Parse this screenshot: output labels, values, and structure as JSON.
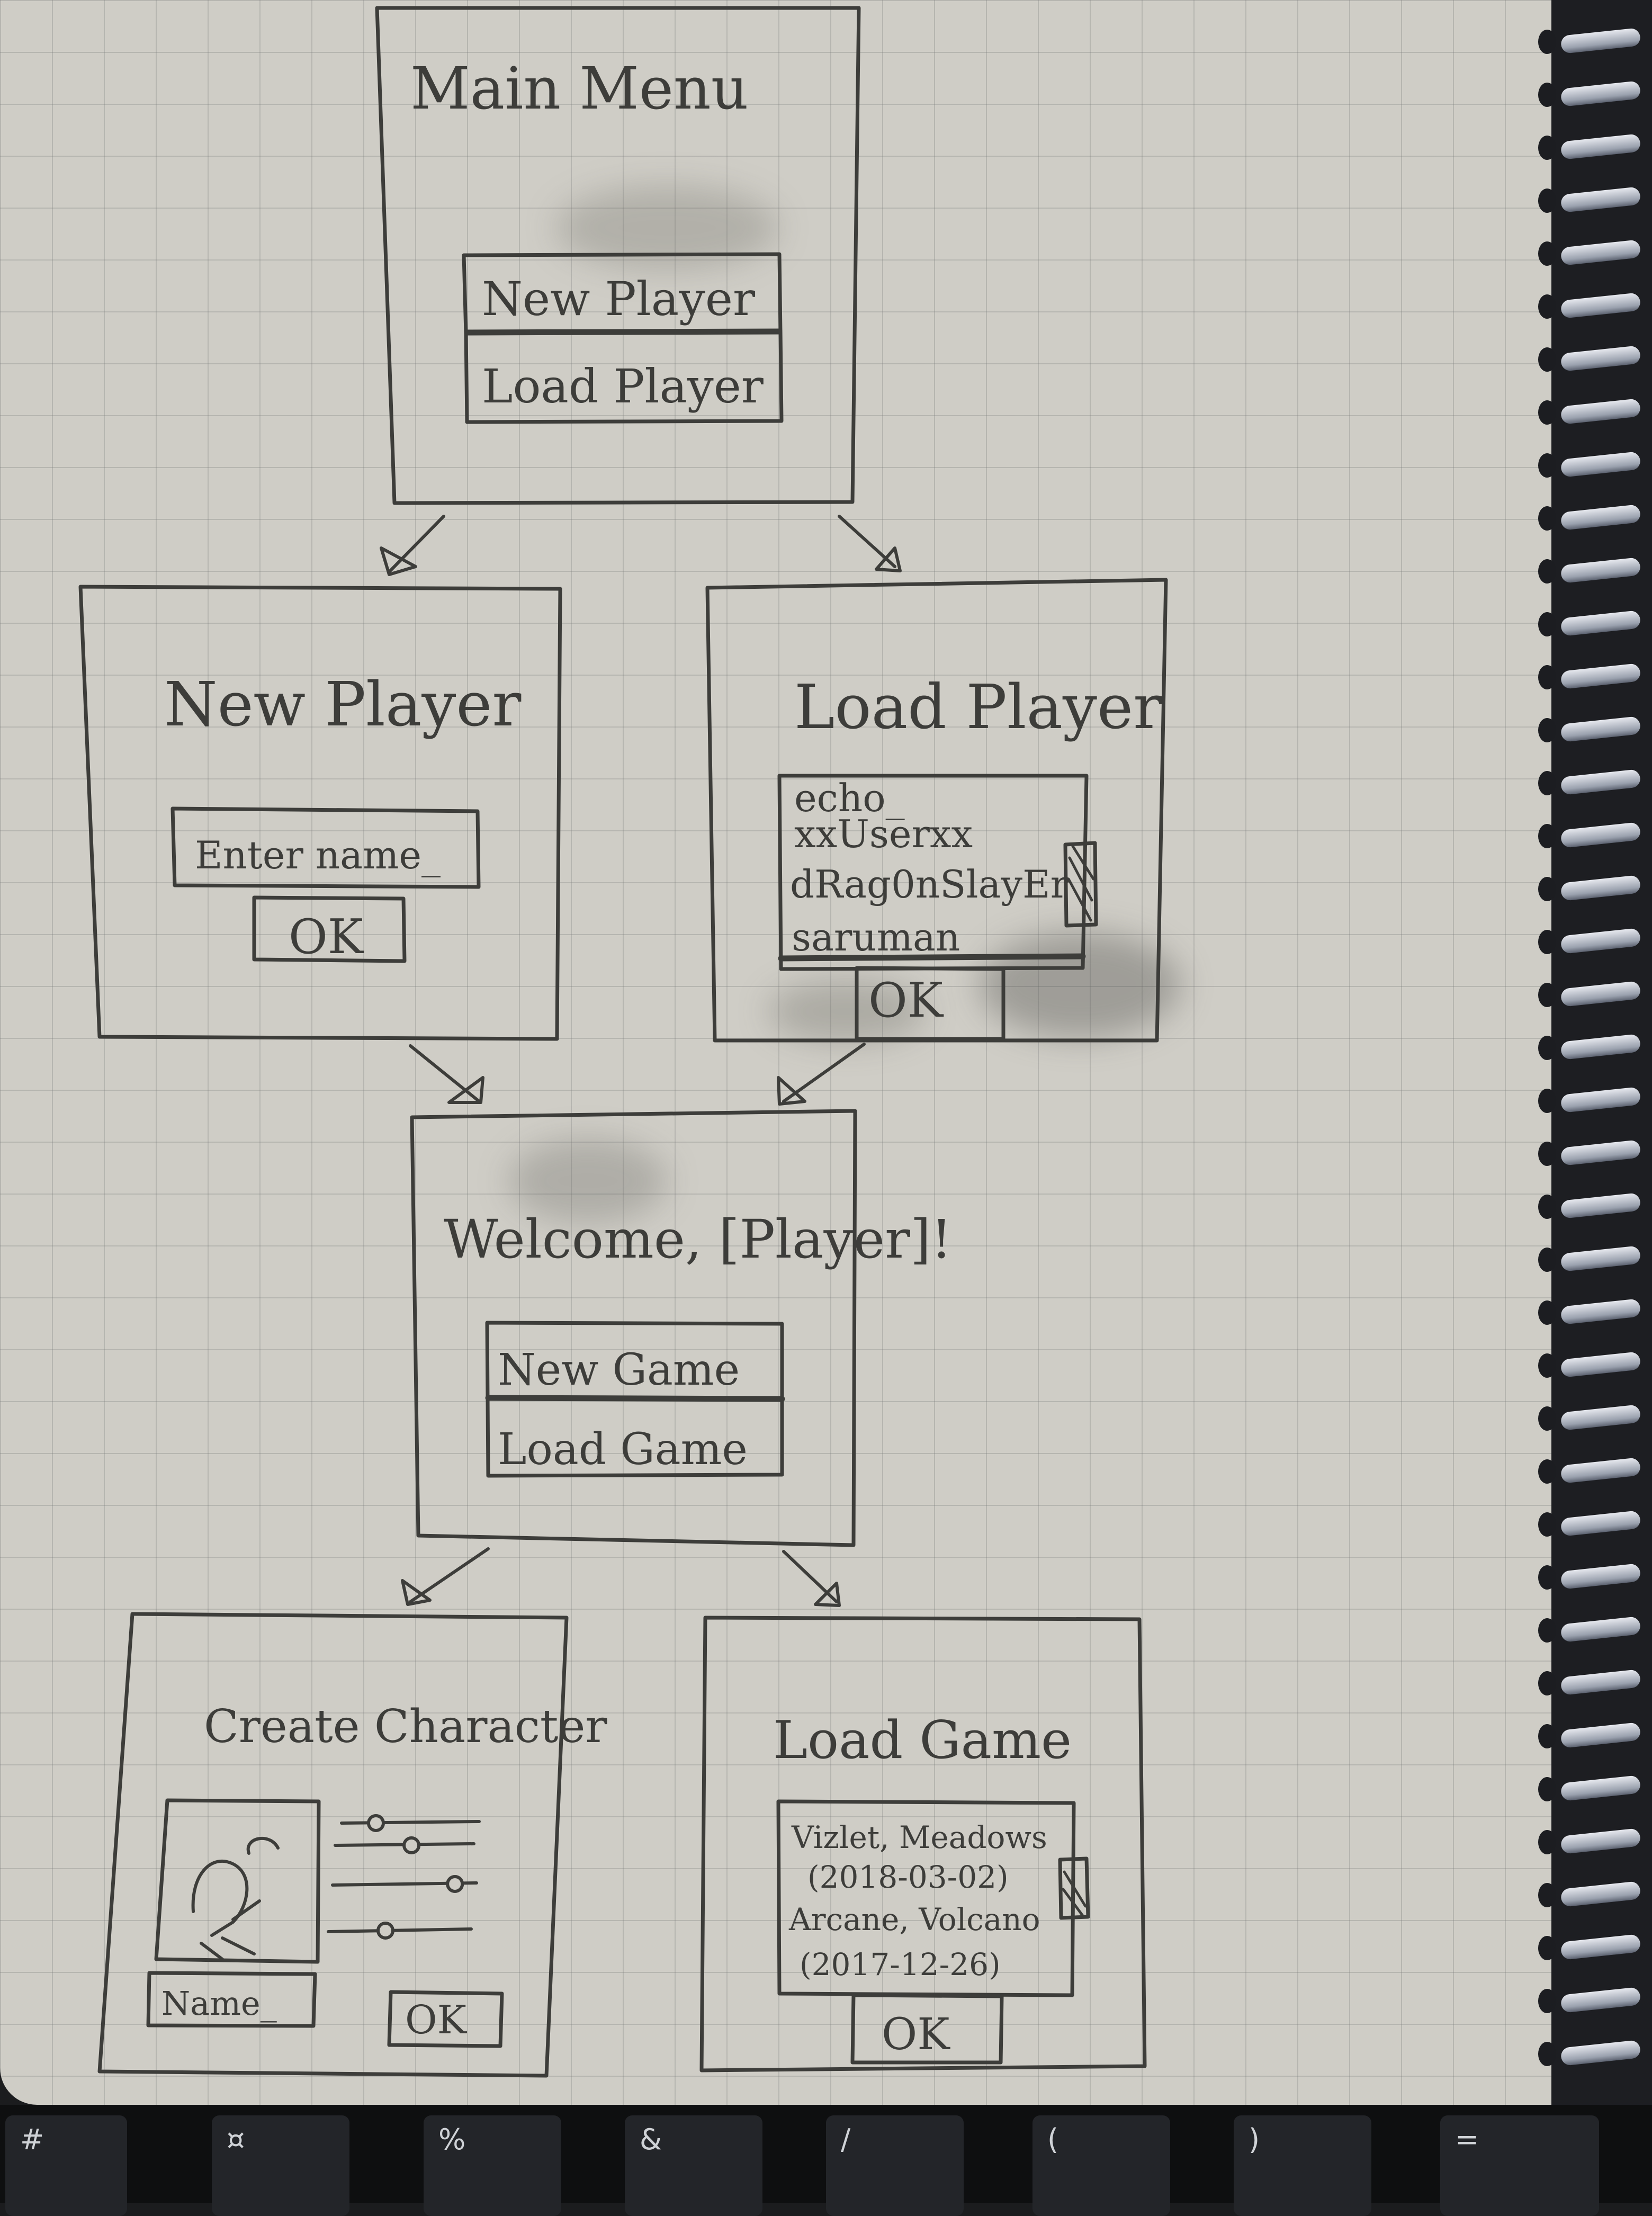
{
  "screens": {
    "main_menu": {
      "title": "Main Menu",
      "buttons": [
        "New Player",
        "Load Player"
      ]
    },
    "new_player": {
      "title": "New Player",
      "input_placeholder": "Enter name_",
      "ok": "OK"
    },
    "load_player": {
      "title": "Load Player",
      "players": [
        "echo_",
        "xxUserxx",
        "dRag0nSlayEr",
        "saruman"
      ],
      "ok": "OK"
    },
    "welcome": {
      "title": "Welcome, [Player]!",
      "buttons": [
        "New Game",
        "Load Game"
      ]
    },
    "create_character": {
      "title": "Create Character",
      "name_field": "Name_",
      "ok": "OK",
      "slider_positions": [
        0.25,
        0.55,
        0.85,
        0.4
      ]
    },
    "load_game": {
      "title": "Load Game",
      "saves": [
        "Vizlet, Meadows",
        "(2018-03-02)",
        "Arcane, Volcano",
        "(2017-12-26)"
      ],
      "ok": "OK"
    }
  },
  "keyboard_keys": [
    "#",
    "¤",
    "%",
    "&",
    "/",
    "(",
    ")",
    "="
  ],
  "colors": {
    "paper": "#cfcdc6",
    "pencil": "#3d3d3a",
    "grid": "#8c8c88"
  }
}
